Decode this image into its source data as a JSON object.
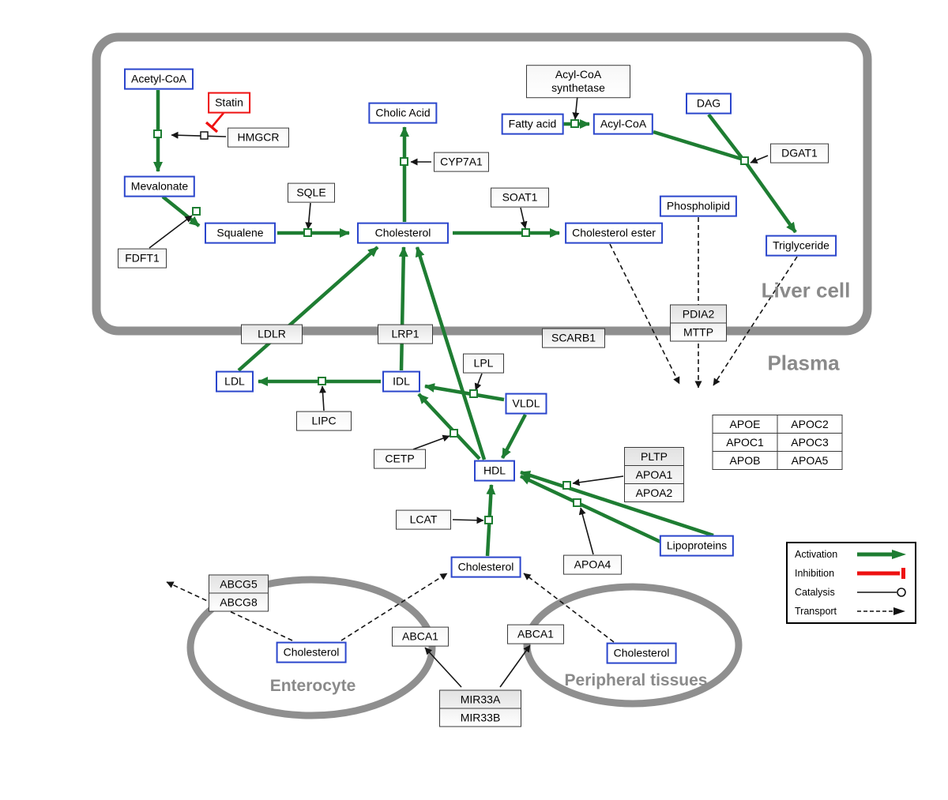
{
  "compartments": {
    "liver_cell": "Liver cell",
    "plasma": "Plasma",
    "enterocyte": "Enterocyte",
    "peripheral_tissues": "Peripheral tissues"
  },
  "nodes": {
    "acetyl_coa": "Acetyl-CoA",
    "statin": "Statin",
    "hmgcr": "HMGCR",
    "mevalonate": "Mevalonate",
    "fdft1": "FDFT1",
    "squalene": "Squalene",
    "sqle": "SQLE",
    "cholesterol_liver": "Cholesterol",
    "cholic_acid": "Cholic Acid",
    "cyp7a1": "CYP7A1",
    "soat1": "SOAT1",
    "cholesterol_ester": "Cholesterol ester",
    "acyl_coa_synthetase": "Acyl-CoA synthetase",
    "fatty_acid": "Fatty acid",
    "acyl_coa": "Acyl-CoA",
    "dag": "DAG",
    "dgat1": "DGAT1",
    "phospholipid": "Phospholipid",
    "triglyceride": "Triglyceride",
    "pdia2": "PDIA2",
    "mttp": "MTTP",
    "ldlr": "LDLR",
    "lrp1": "LRP1",
    "scarb1": "SCARB1",
    "ldl": "LDL",
    "idl": "IDL",
    "lipc": "LIPC",
    "lpl": "LPL",
    "vldl": "VLDL",
    "cetp": "CETP",
    "hdl": "HDL",
    "lcat": "LCAT",
    "pltp": "PLTP",
    "apoa1": "APOA1",
    "apoa2": "APOA2",
    "apoa4": "APOA4",
    "lipoproteins": "Lipoproteins",
    "apoe": "APOE",
    "apoc2": "APOC2",
    "apoc1": "APOC1",
    "apoc3": "APOC3",
    "apob": "APOB",
    "apoa5": "APOA5",
    "cholesterol_plasma": "Cholesterol",
    "abcg5": "ABCG5",
    "abcg8": "ABCG8",
    "cholesterol_enterocyte": "Cholesterol",
    "abca1_left": "ABCA1",
    "abca1_right": "ABCA1",
    "cholesterol_peripheral": "Cholesterol",
    "mir33a": "MIR33A",
    "mir33b": "MIR33B"
  },
  "legend": {
    "activation": "Activation",
    "inhibition": "Inhibition",
    "catalysis": "Catalysis",
    "transport": "Transport"
  },
  "colors": {
    "activation": "#1e7d32",
    "inhibition": "#ee1111",
    "metabolite": "#2b46cc",
    "enzyme_border": "#3a3a3a",
    "compartment": "#8f8f8f"
  }
}
